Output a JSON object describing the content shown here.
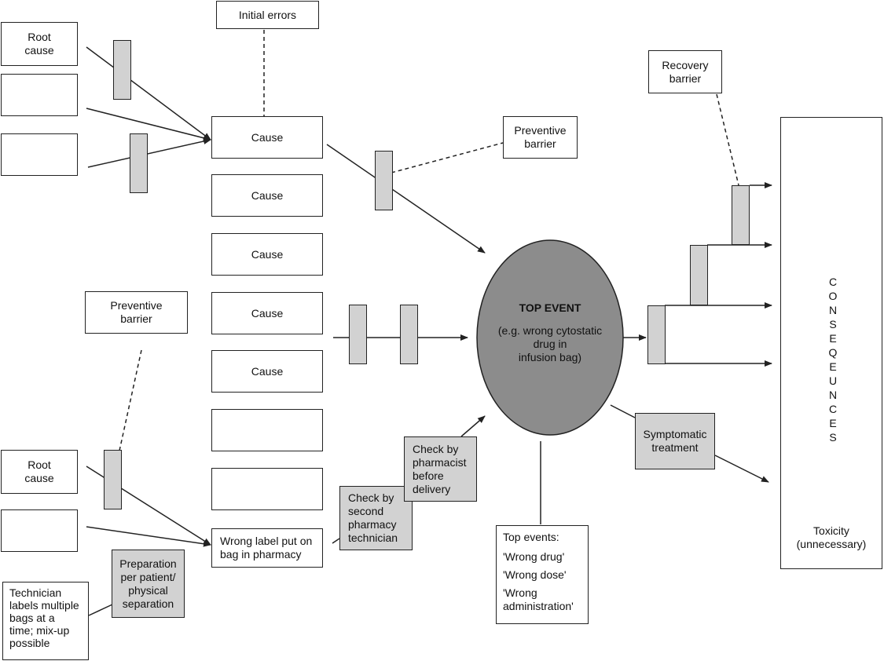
{
  "diagram": {
    "initial_errors": "Initial errors",
    "root_cause_top": "Root\ncause",
    "root_cause_bottom": "Root\ncause",
    "causes": [
      "Cause",
      "Cause",
      "Cause",
      "Cause",
      "Cause"
    ],
    "wrong_label": "Wrong label put on\nbag in pharmacy",
    "preventive_barrier_left": "Preventive\nbarrier",
    "preventive_barrier_right": "Preventive\nbarrier",
    "recovery_barrier": "Recovery\nbarrier",
    "preparation": "Preparation\nper patient/\nphysical\nseparation",
    "technician": "Technician\nlabels multiple\nbags at a\ntime; mix-up\npossible",
    "check_second": "Check by\nsecond\npharmacy\ntechnician",
    "check_pharmacist": "Check by\npharmacist\nbefore\ndelivery",
    "top_event_title": "TOP EVENT",
    "top_event_example": "(e.g. wrong cytostatic\ndrug in\ninfusion bag)",
    "top_events_heading": "Top events:",
    "top_events_list": [
      "'Wrong drug'",
      "'Wrong dose'",
      "'Wrong\nadministration'"
    ],
    "symptomatic": "Symptomatic\ntreatment",
    "consequences_letters": [
      "C",
      "O",
      "N",
      "S",
      "E",
      "Q",
      "E",
      "U",
      "N",
      "C",
      "E",
      "S"
    ],
    "toxicity": "Toxicity\n(unnecessary)"
  },
  "colors": {
    "ellipse": "#8c8c8c",
    "barrier_fill": "#d2d2d2",
    "line": "#222222"
  }
}
